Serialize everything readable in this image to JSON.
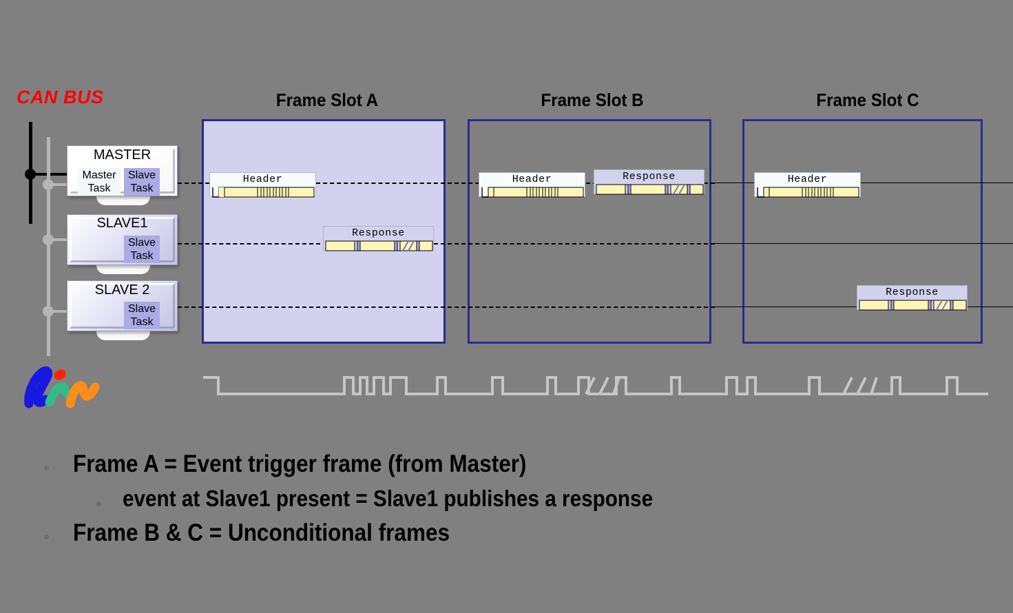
{
  "can_bus": {
    "label": "CAN BUS",
    "color": "#ff0000"
  },
  "nodes": [
    {
      "name": "master-node",
      "title": "MASTER",
      "tasks": [
        {
          "name": "master-task",
          "line1": "Master",
          "line2": "Task",
          "kind": "master"
        },
        {
          "name": "slave-task",
          "line1": "Slave",
          "line2": "Task",
          "kind": "slave"
        }
      ]
    },
    {
      "name": "slave1-node",
      "title": "SLAVE1",
      "tasks": [
        {
          "name": "slave-task",
          "line1": "Slave",
          "line2": "Task",
          "kind": "slave"
        }
      ]
    },
    {
      "name": "slave2-node",
      "title": "SLAVE 2",
      "tasks": [
        {
          "name": "slave-task",
          "line1": "Slave",
          "line2": "Task",
          "kind": "slave"
        }
      ]
    }
  ],
  "slots": [
    {
      "title": "Frame Slot A",
      "filled": true,
      "messages": [
        {
          "kind": "header",
          "label": "Header",
          "row": "master"
        },
        {
          "kind": "response",
          "label": "Response",
          "row": "slave1"
        }
      ]
    },
    {
      "title": "Frame Slot B",
      "filled": false,
      "messages": [
        {
          "kind": "header",
          "label": "Header",
          "row": "master"
        },
        {
          "kind": "response",
          "label": "Response",
          "row": "master"
        }
      ]
    },
    {
      "title": "Frame Slot C",
      "filled": false,
      "messages": [
        {
          "kind": "header",
          "label": "Header",
          "row": "master"
        },
        {
          "kind": "response",
          "label": "Response",
          "row": "slave2"
        }
      ]
    }
  ],
  "logo": {
    "name": "lin-logo",
    "text": "lin",
    "colors": [
      "#1818e0",
      "#ff2200",
      "#33bb88",
      "#ff8c1a"
    ]
  },
  "notes": [
    {
      "text": "Frame A = Event trigger frame (from Master)"
    },
    {
      "text": "event at Slave1 present = Slave1 publishes a response"
    },
    {
      "text": "Frame B & C = Unconditional frames"
    }
  ],
  "colors": {
    "background": "#808080",
    "slot_border": "#2b2b8f",
    "slot_fill": "#d2d2ee",
    "frame_yellow": "#fbf6b8",
    "slave_task": "#aaaae4",
    "bus_can": "#000000",
    "bus_lin": "#b5b5b5"
  }
}
